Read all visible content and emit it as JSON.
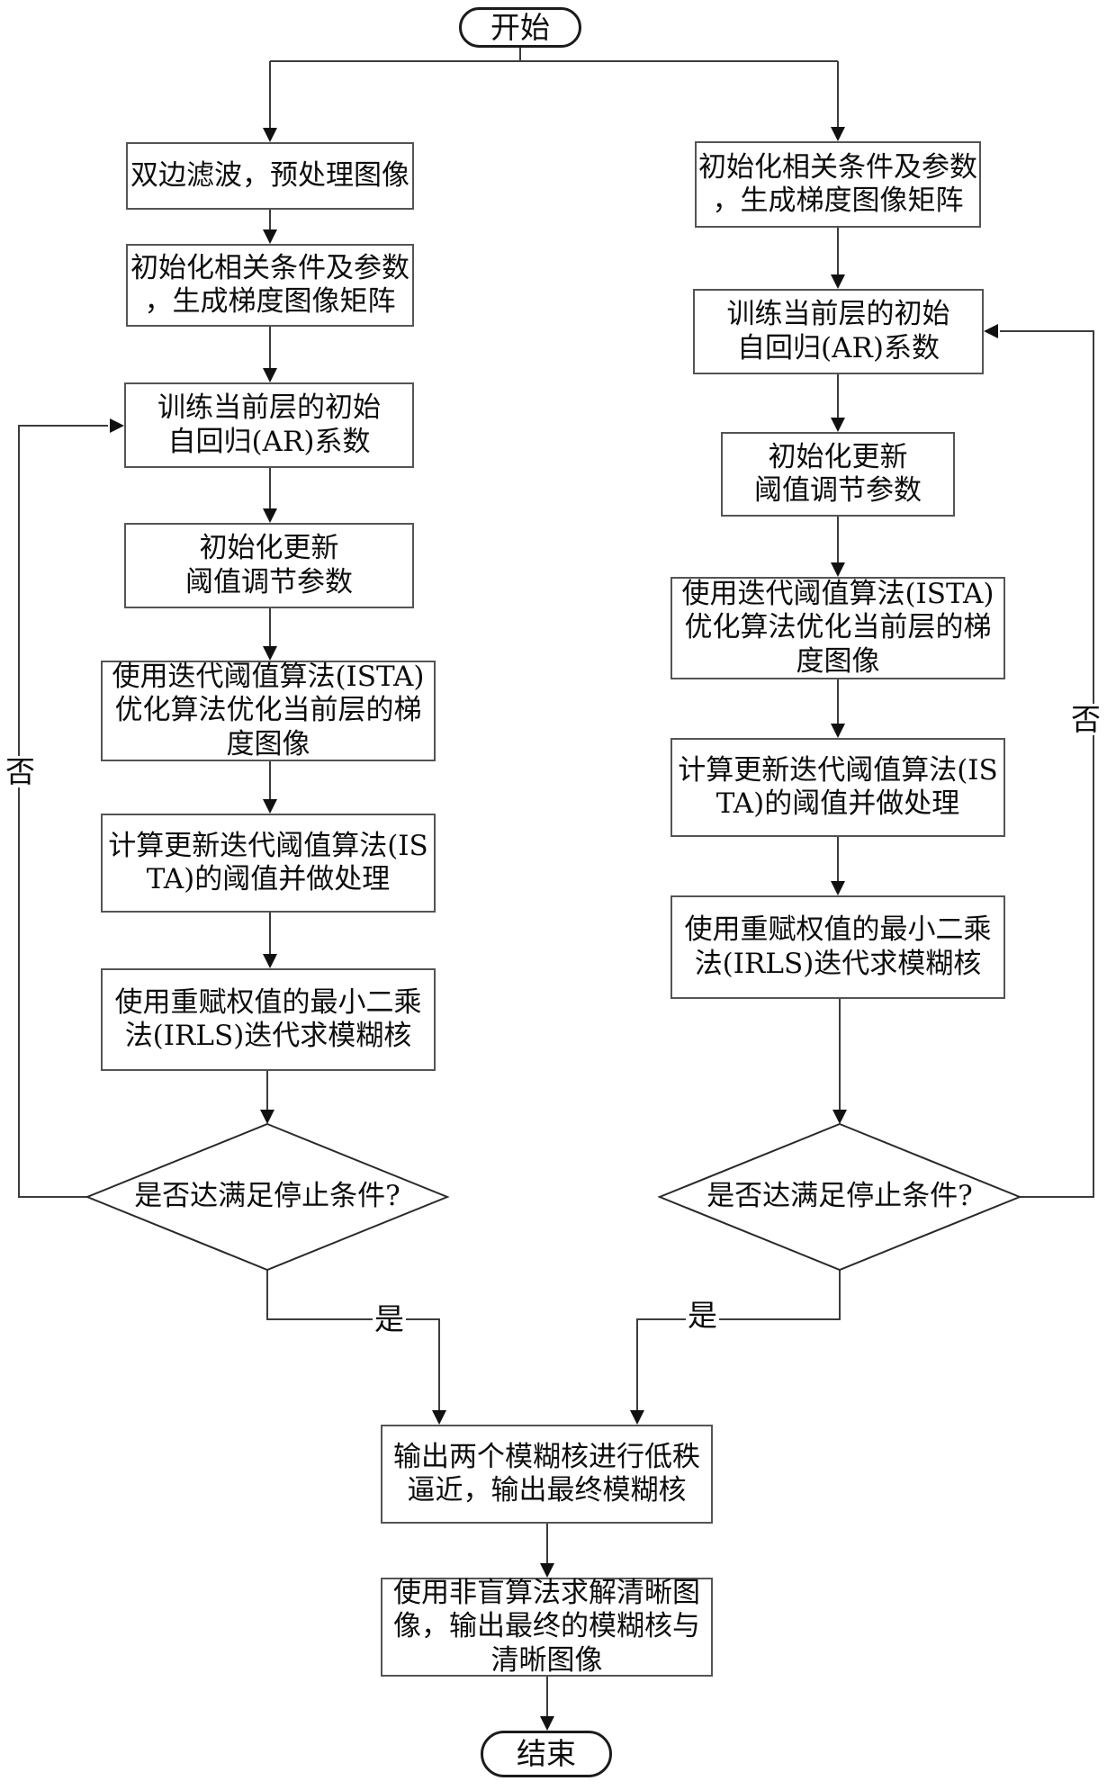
{
  "flowchart": {
    "terminals": {
      "start": "开始",
      "end": "结束"
    },
    "left_branch": {
      "steps": [
        "双边滤波，预处理图像",
        "初始化相关条件及参数\n，生成梯度图像矩阵",
        "训练当前层的初始\n自回归(AR)系数",
        "初始化更新\n阈值调节参数",
        "使用迭代阈值算法(ISTA)\n优化算法优化当前层的梯\n度图像",
        "计算更新迭代阈值算法(IS\nTA)的阈值并做处理",
        "使用重赋权值的最小二乘\n法(IRLS)迭代求模糊核"
      ],
      "decision": "是否达满足停止条件?",
      "no_label": "否",
      "yes_label": "是"
    },
    "right_branch": {
      "steps": [
        "初始化相关条件及参数\n，生成梯度图像矩阵",
        "训练当前层的初始\n自回归(AR)系数",
        "初始化更新\n阈值调节参数",
        "使用迭代阈值算法(ISTA)\n优化算法优化当前层的梯\n度图像",
        "计算更新迭代阈值算法(IS\nTA)的阈值并做处理",
        "使用重赋权值的最小二乘\n法(IRLS)迭代求模糊核"
      ],
      "decision": "是否达满足停止条件?",
      "no_label": "否",
      "yes_label": "是"
    },
    "merge_steps": [
      "输出两个模糊核进行低秩\n逼近，输出最终模糊核",
      "使用非盲算法求解清晰图\n像，输出最终的模糊核与\n清晰图像"
    ],
    "colors": {
      "line": "#3c3c3c",
      "box_border": "#545454",
      "text": "#0d0d0d",
      "background": "#ffffff"
    }
  }
}
